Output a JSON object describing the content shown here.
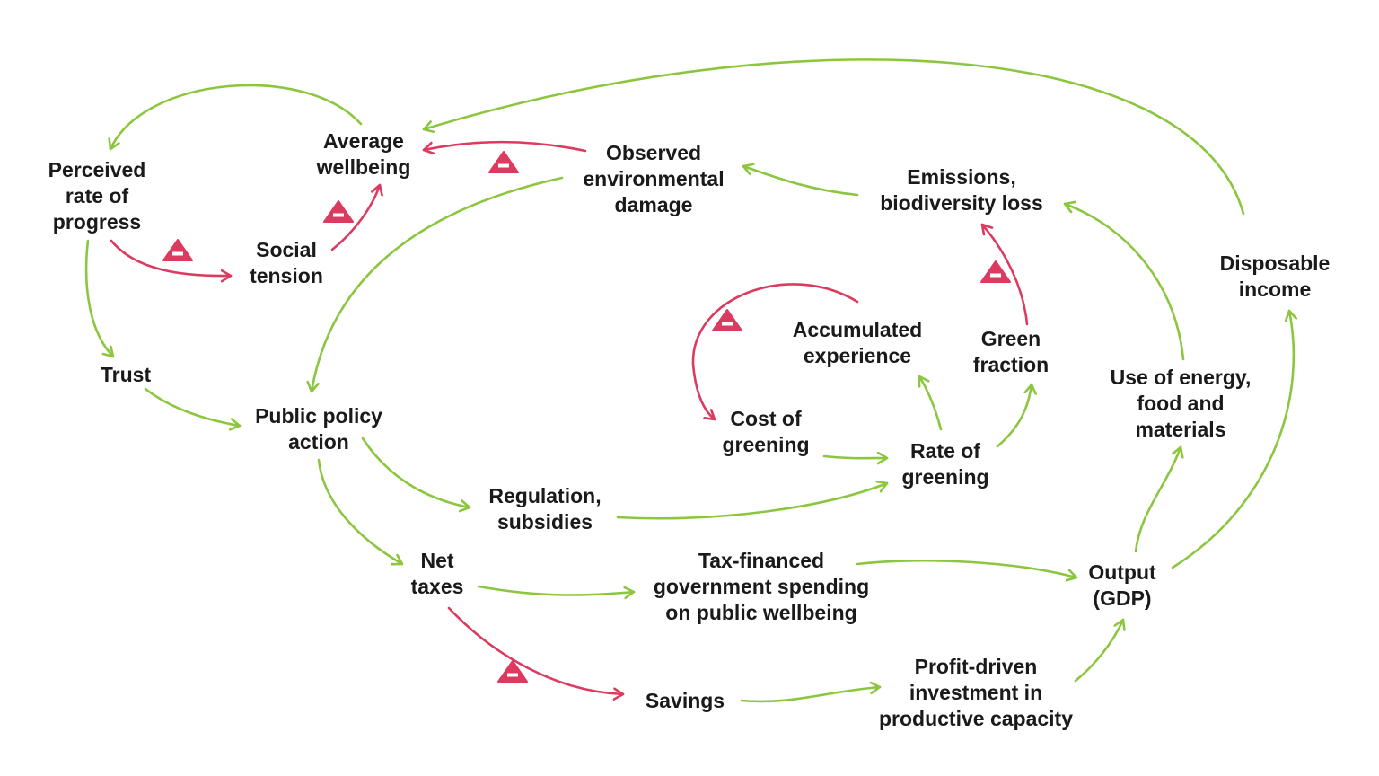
{
  "colors": {
    "positive_link": "#8cc63f",
    "negative_link": "#dc3a5f",
    "text": "#1a1a1a",
    "background": "#ffffff"
  },
  "nodes": [
    {
      "id": "perceived-rate-of-progress",
      "lines": [
        "Perceived",
        "rate of",
        "progress"
      ]
    },
    {
      "id": "average-wellbeing",
      "lines": [
        "Average",
        "wellbeing"
      ]
    },
    {
      "id": "social-tension",
      "lines": [
        "Social",
        "tension"
      ]
    },
    {
      "id": "trust",
      "lines": [
        "Trust"
      ]
    },
    {
      "id": "public-policy-action",
      "lines": [
        "Public policy",
        "action"
      ]
    },
    {
      "id": "observed-environmental-damage",
      "lines": [
        "Observed",
        "environmental",
        "damage"
      ]
    },
    {
      "id": "emissions-biodiversity-loss",
      "lines": [
        "Emissions,",
        "biodiversity loss"
      ]
    },
    {
      "id": "disposable-income",
      "lines": [
        "Disposable",
        "income"
      ]
    },
    {
      "id": "accumulated-experience",
      "lines": [
        "Accumulated",
        "experience"
      ]
    },
    {
      "id": "green-fraction",
      "lines": [
        "Green",
        "fraction"
      ]
    },
    {
      "id": "cost-of-greening",
      "lines": [
        "Cost of",
        "greening"
      ]
    },
    {
      "id": "rate-of-greening",
      "lines": [
        "Rate of",
        "greening"
      ]
    },
    {
      "id": "use-of-energy-food-materials",
      "lines": [
        "Use of energy,",
        "food and",
        "materials"
      ]
    },
    {
      "id": "regulation-subsidies",
      "lines": [
        "Regulation,",
        "subsidies"
      ]
    },
    {
      "id": "net-taxes",
      "lines": [
        "Net",
        "taxes"
      ]
    },
    {
      "id": "tax-financed-spending",
      "lines": [
        "Tax-financed",
        "government spending",
        "on public wellbeing"
      ]
    },
    {
      "id": "output-gdp",
      "lines": [
        "Output",
        "(GDP)"
      ]
    },
    {
      "id": "savings",
      "lines": [
        "Savings"
      ]
    },
    {
      "id": "profit-driven-investment",
      "lines": [
        "Profit-driven",
        "investment in",
        "productive capacity"
      ]
    }
  ],
  "links": [
    {
      "from": "average-wellbeing",
      "to": "perceived-rate-of-progress",
      "polarity": "positive"
    },
    {
      "from": "disposable-income",
      "to": "average-wellbeing",
      "polarity": "positive"
    },
    {
      "from": "observed-environmental-damage",
      "to": "average-wellbeing",
      "polarity": "negative"
    },
    {
      "from": "social-tension",
      "to": "average-wellbeing",
      "polarity": "negative"
    },
    {
      "from": "perceived-rate-of-progress",
      "to": "social-tension",
      "polarity": "negative"
    },
    {
      "from": "perceived-rate-of-progress",
      "to": "trust",
      "polarity": "positive"
    },
    {
      "from": "trust",
      "to": "public-policy-action",
      "polarity": "positive"
    },
    {
      "from": "observed-environmental-damage",
      "to": "public-policy-action",
      "polarity": "positive"
    },
    {
      "from": "emissions-biodiversity-loss",
      "to": "observed-environmental-damage",
      "polarity": "positive"
    },
    {
      "from": "green-fraction",
      "to": "emissions-biodiversity-loss",
      "polarity": "negative"
    },
    {
      "from": "use-of-energy-food-materials",
      "to": "emissions-biodiversity-loss",
      "polarity": "positive"
    },
    {
      "from": "output-gdp",
      "to": "disposable-income",
      "polarity": "positive"
    },
    {
      "from": "accumulated-experience",
      "to": "cost-of-greening",
      "polarity": "negative"
    },
    {
      "from": "cost-of-greening",
      "to": "rate-of-greening",
      "polarity": "positive"
    },
    {
      "from": "rate-of-greening",
      "to": "accumulated-experience",
      "polarity": "positive"
    },
    {
      "from": "rate-of-greening",
      "to": "green-fraction",
      "polarity": "positive"
    },
    {
      "from": "public-policy-action",
      "to": "regulation-subsidies",
      "polarity": "positive"
    },
    {
      "from": "regulation-subsidies",
      "to": "rate-of-greening",
      "polarity": "positive"
    },
    {
      "from": "public-policy-action",
      "to": "net-taxes",
      "polarity": "positive"
    },
    {
      "from": "net-taxes",
      "to": "tax-financed-spending",
      "polarity": "positive"
    },
    {
      "from": "net-taxes",
      "to": "savings",
      "polarity": "negative"
    },
    {
      "from": "tax-financed-spending",
      "to": "output-gdp",
      "polarity": "positive"
    },
    {
      "from": "savings",
      "to": "profit-driven-investment",
      "polarity": "positive"
    },
    {
      "from": "profit-driven-investment",
      "to": "output-gdp",
      "polarity": "positive"
    },
    {
      "from": "output-gdp",
      "to": "use-of-energy-food-materials",
      "polarity": "positive"
    }
  ]
}
